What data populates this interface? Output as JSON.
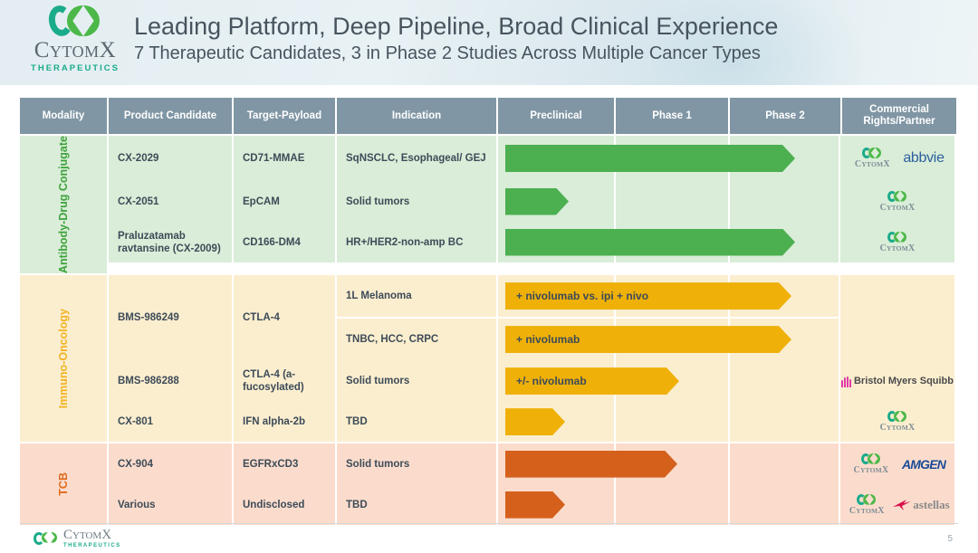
{
  "brand": {
    "logo_word": "CYTOMX",
    "logo_tagline": "THERAPEUTICS",
    "accent_teal": "#1aab8a",
    "accent_green": "#4cb849"
  },
  "header": {
    "title": "Leading Platform, Deep Pipeline, Broad Clinical Experience",
    "subtitle": "7 Therapeutic Candidates, 3 in Phase 2 Studies Across Multiple Cancer Types"
  },
  "footer": {
    "page_number": "5"
  },
  "chart_data": {
    "type": "table",
    "title": "Leading Platform, Deep Pipeline, Broad Clinical Experience",
    "columns": [
      "Modality",
      "Product Candidate",
      "Target-Payload",
      "Indication",
      "Preclinical",
      "Phase 1",
      "Phase 2",
      "Commercial Rights/Partner"
    ],
    "stages": [
      "Preclinical",
      "Phase 1",
      "Phase 2"
    ],
    "sections": [
      {
        "modality": "Antibody-Drug Conjugate",
        "color": "#3fa23c",
        "bg": "#d9edd8",
        "bar_color": "#4caf50",
        "rows": [
          {
            "product": "CX-2029",
            "target": "CD71-MMAE",
            "indication": "SqNSCLC, Esophageal/ GEJ",
            "bar_label": "",
            "progress_pct": 87,
            "partners": [
              "CytomX",
              "abbvie"
            ]
          },
          {
            "product": "CX-2051",
            "target": "EpCAM",
            "indication": "Solid tumors",
            "bar_label": "",
            "progress_pct": 19,
            "partners": [
              "CytomX"
            ]
          },
          {
            "product": "Praluzatamab ravtansine (CX-2009)",
            "target": "CD166-DM4",
            "indication": "HR+/HER2-non-amp BC",
            "bar_label": "",
            "progress_pct": 87,
            "partners": [
              "CytomX"
            ]
          }
        ]
      },
      {
        "modality": "Immuno-Oncology",
        "color": "#f2b323",
        "bg": "#fbeecf",
        "bar_color": "#efb008",
        "rows": [
          {
            "product": "BMS-986249",
            "target": "CTLA-4",
            "indication": "1L Melanoma",
            "bar_label": "+ nivolumab vs. ipi + nivo",
            "progress_pct": 86,
            "partners": [
              "Bristol Myers Squibb"
            ]
          },
          {
            "product": "",
            "target": "",
            "indication": "TNBC, HCC, CRPC",
            "bar_label": "+ nivolumab",
            "progress_pct": 86,
            "partners": []
          },
          {
            "product": "BMS-986288",
            "target": "CTLA-4 (a-fucosylated)",
            "indication": "Solid tumors",
            "bar_label": "+/- nivolumab",
            "progress_pct": 52,
            "partners": []
          },
          {
            "product": "CX-801",
            "target": "IFN alpha-2b",
            "indication": "TBD",
            "bar_label": "",
            "progress_pct": 18,
            "partners": [
              "CytomX"
            ]
          }
        ]
      },
      {
        "modality": "TCB",
        "color": "#dd6b20",
        "bg": "#fbdccc",
        "bar_color": "#d4601c",
        "rows": [
          {
            "product": "CX-904",
            "target": "EGFRxCD3",
            "indication": "Solid tumors",
            "bar_label": "",
            "progress_pct": 51,
            "partners": [
              "CytomX",
              "AMGEN"
            ]
          },
          {
            "product": "Various",
            "target": "Undisclosed",
            "indication": "TBD",
            "bar_label": "",
            "progress_pct": 18,
            "partners": [
              "CytomX",
              "astellas"
            ]
          }
        ]
      }
    ]
  },
  "partner_labels": {
    "cytomx": "CYTOMX",
    "abbvie": "abbvie",
    "amgen": "AMGEN",
    "bms": "Bristol Myers Squibb",
    "astellas": "astellas"
  }
}
